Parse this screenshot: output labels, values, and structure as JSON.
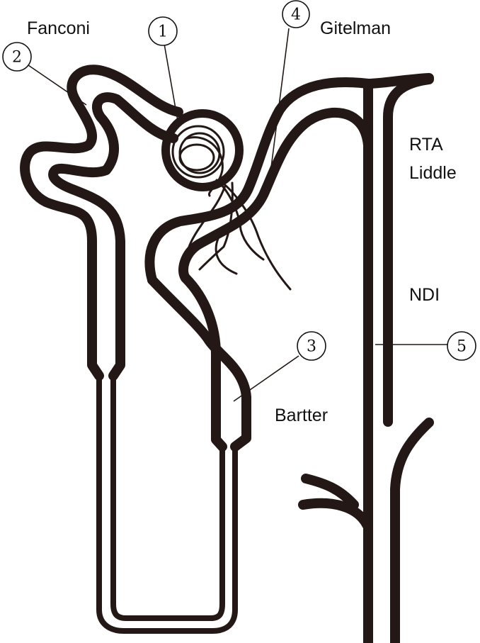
{
  "labels": {
    "fanconi": "Fanconi",
    "gitelman": "Gitelman",
    "rta": "RTA",
    "liddle": "Liddle",
    "ndi": "NDI",
    "bartter": "Bartter"
  },
  "markers": {
    "m1": "1",
    "m2": "2",
    "m3": "3",
    "m4": "4",
    "m5": "5"
  },
  "colors": {
    "ink": "#231815",
    "background": "#ffffff"
  }
}
